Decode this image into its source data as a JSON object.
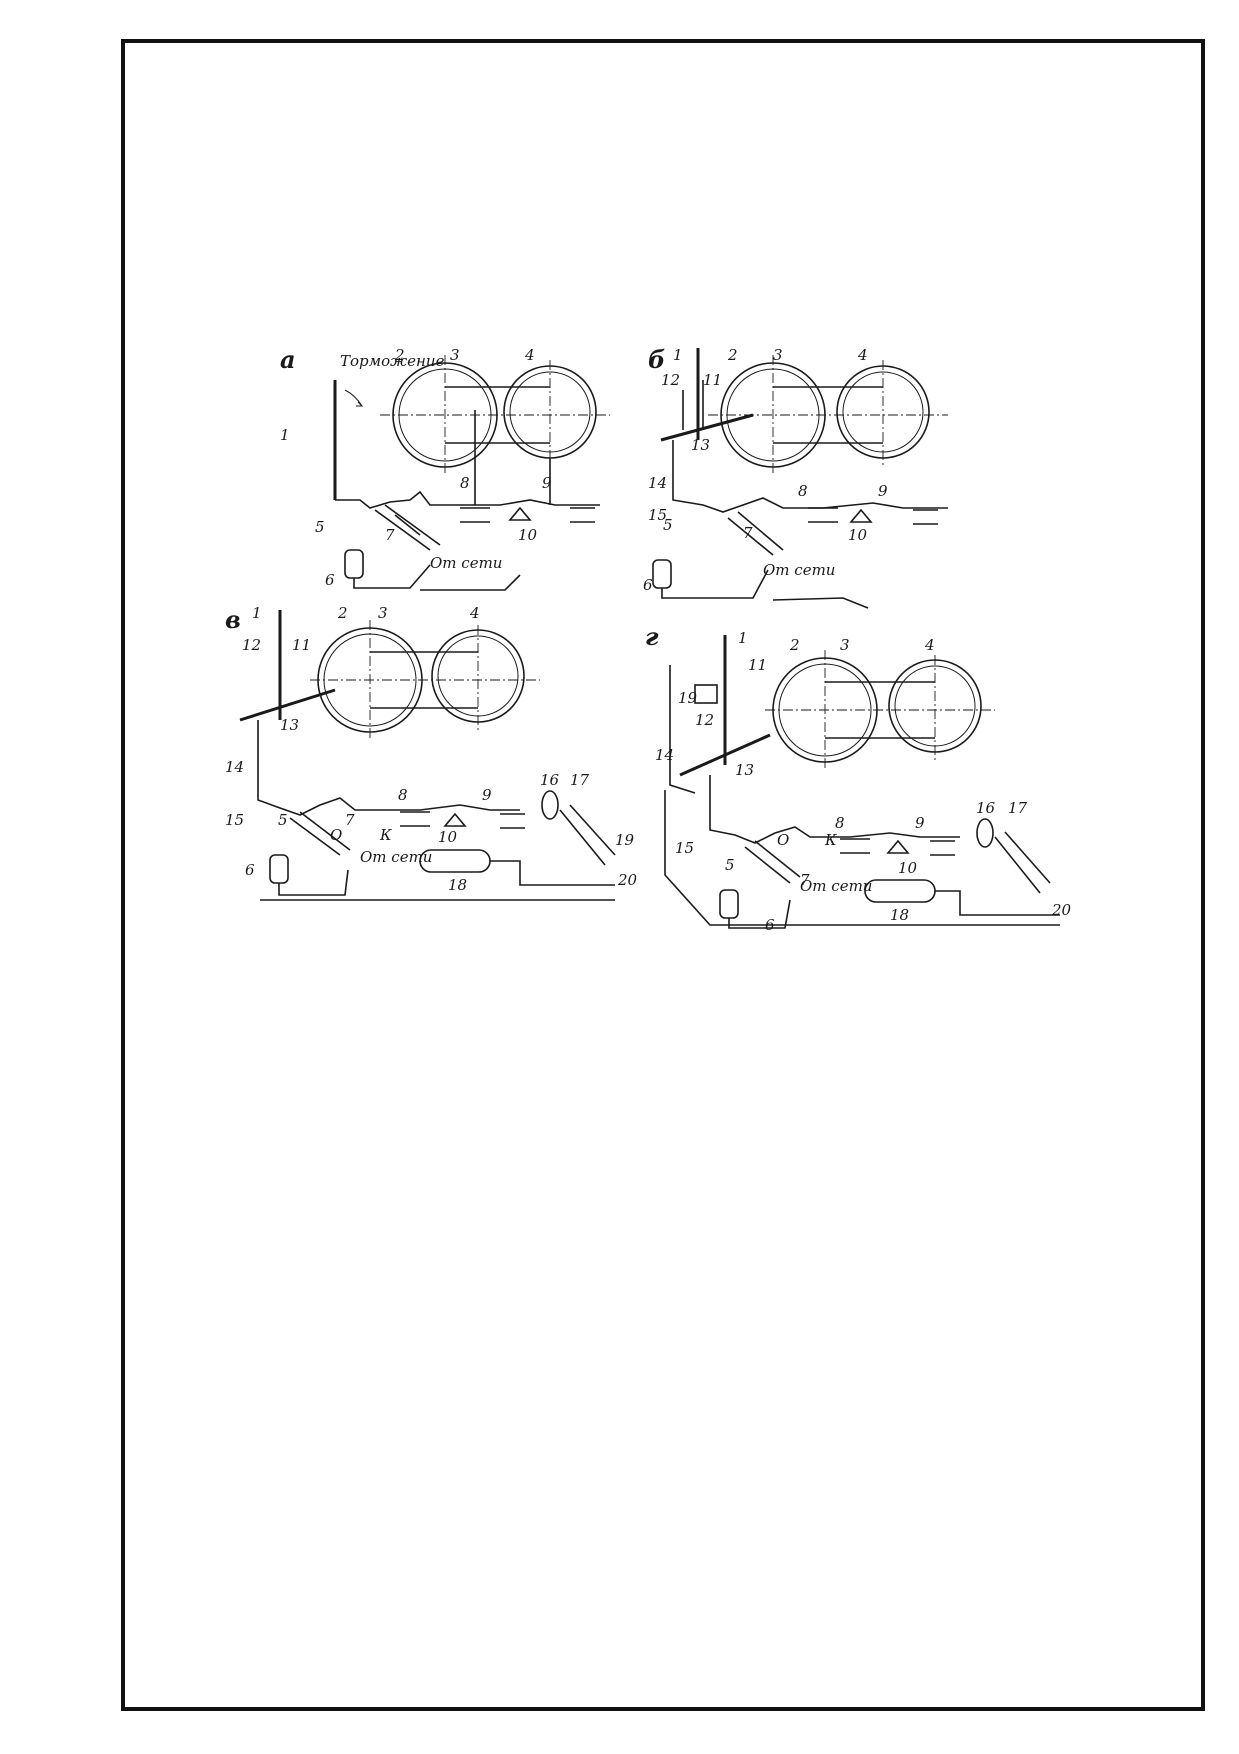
{
  "panels": [
    {
      "id": "a",
      "letter": "а",
      "caption": "Торможение",
      "from_grid": "От сети"
    },
    {
      "id": "b",
      "letter": "б",
      "from_grid": "От сети"
    },
    {
      "id": "v",
      "letter": "в",
      "from_grid": "От сети"
    },
    {
      "id": "g",
      "letter": "г",
      "from_grid": "От сети"
    }
  ],
  "part_numbers": [
    "1",
    "2",
    "3",
    "4",
    "5",
    "6",
    "7",
    "8",
    "9",
    "10",
    "11",
    "12",
    "13",
    "14",
    "15",
    "16",
    "17",
    "18",
    "19",
    "20"
  ],
  "mark_o": "О",
  "mark_k": "К"
}
